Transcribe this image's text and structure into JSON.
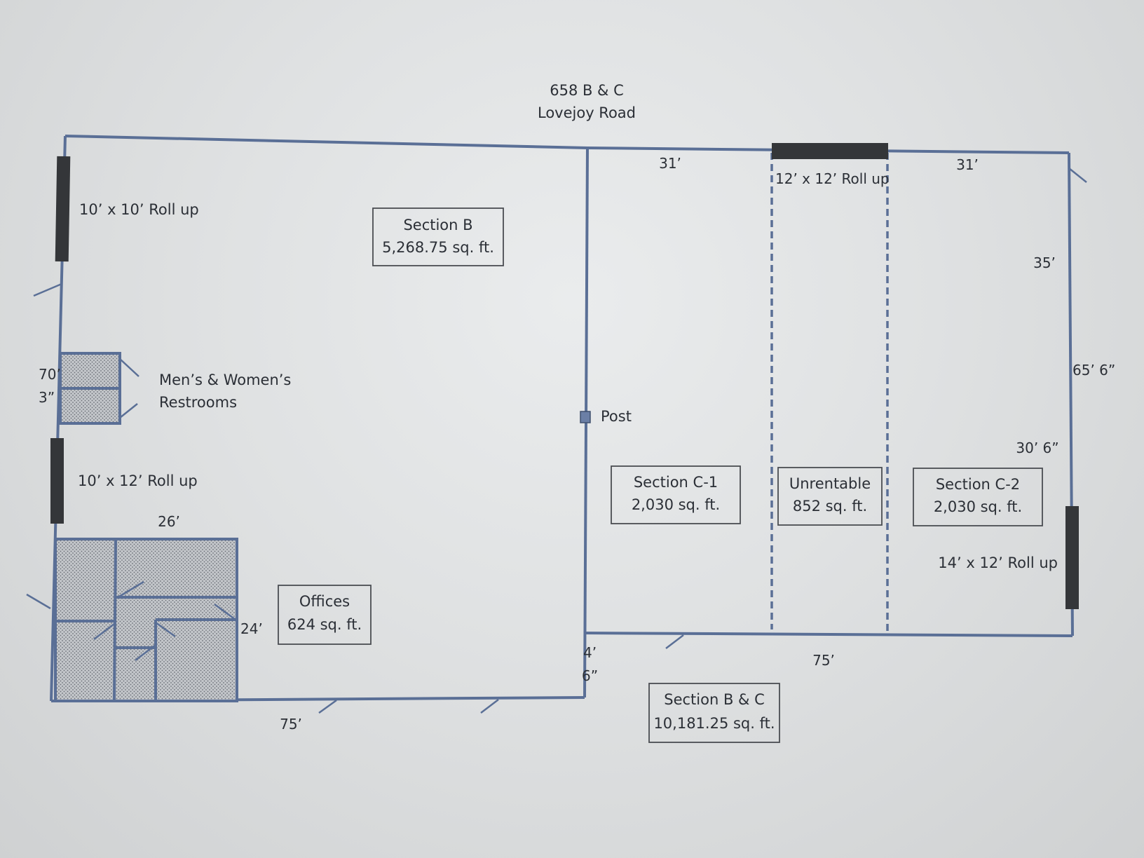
{
  "header": {
    "line1": "658 B & C",
    "line2": "Lovejoy Road"
  },
  "rollups": {
    "left_top": "10’ x 10’ Roll up",
    "left_bottom": "10’ x 12’ Roll up",
    "top_center": "12’ x 12’ Roll up",
    "right": "14’ x 12’ Roll up"
  },
  "restrooms": {
    "line1": "Men’s & Women’s",
    "line2": "Restrooms"
  },
  "post": "Post",
  "dimensions": {
    "left_side_a": "70’",
    "left_side_b": "3”",
    "office_width": "26’",
    "office_depth": "24’",
    "bottom_left": "75’",
    "post_offset_a": "4’",
    "post_offset_b": "6”",
    "top_c1": "31’",
    "top_c2": "31’",
    "right_upper": "35’",
    "right_total": "65’ 6”",
    "right_lower": "30’ 6”",
    "bottom_right": "75’"
  },
  "sections": {
    "b": {
      "name": "Section B",
      "area": "5,268.75 sq. ft."
    },
    "c1": {
      "name": "Section C-1",
      "area": "2,030 sq. ft."
    },
    "unrentable": {
      "name": "Unrentable",
      "area": "852 sq. ft."
    },
    "c2": {
      "name": "Section C-2",
      "area": "2,030 sq. ft."
    },
    "offices": {
      "name": "Offices",
      "area": "624 sq. ft."
    },
    "total": {
      "name": "Section B & C",
      "area": "10,181.25 sq. ft."
    }
  },
  "colors": {
    "wall": "#5a6f96",
    "rollup": "#343639",
    "paper": "#e4e6e7"
  }
}
